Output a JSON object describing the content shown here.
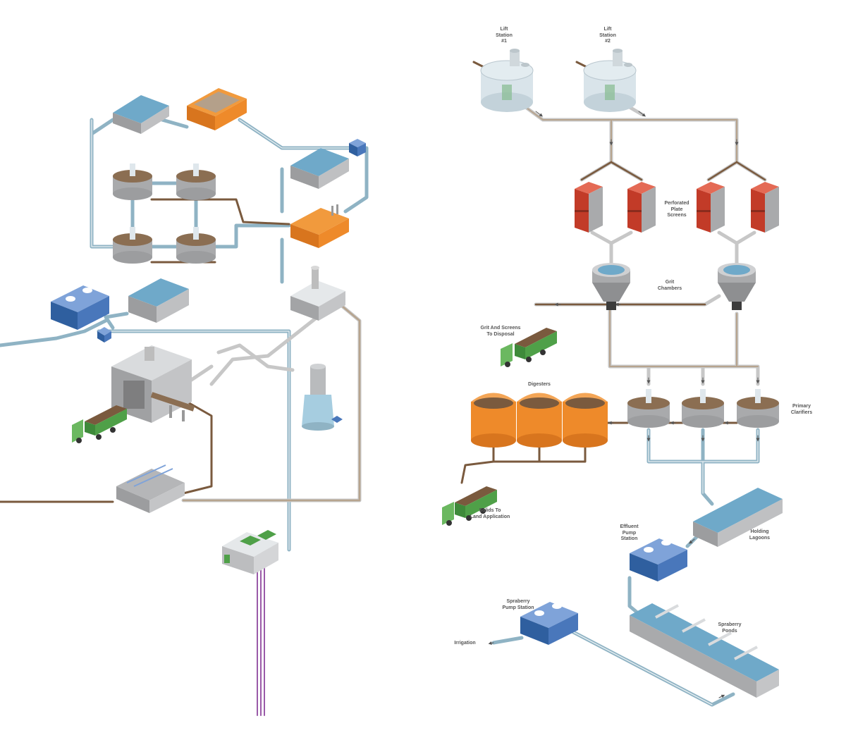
{
  "labels": {
    "lift_station_1": "Lift\nStation\n#1",
    "lift_station_2": "Lift\nStation\n#2",
    "perforated_plate_screens": "Perforated\nPlate\nScreens",
    "grit_chambers": "Grit\nChambers",
    "grit_and_screens": "Grit And Screens\nTo Disposal",
    "digesters": "Digesters",
    "primary_clarifiers": "Primary\nClarifiers",
    "solids_to_land": "Solids To\nLand Application",
    "effluent_pump_station": "Effluent\nPump\nStation",
    "holding_lagoons": "Holding\nLagoons",
    "spraberry_pump_station": "Spraberry\nPump Station",
    "spraberry_ponds": "Spraberry\nPonds",
    "irrigation": "Irrigation"
  },
  "colors": {
    "water_pipe": "#8fb3c4",
    "sludge_pipe": "#7a5a3e",
    "gray_pipe": "#c7c7c7",
    "tank_gray": "#a9aaac",
    "water": "#6fa9c9",
    "orange": "#ee8a2a",
    "red_screen": "#d94a36",
    "blue_station": "#3f78c9",
    "truck_green": "#4fa048",
    "electric": "#9a5aa8"
  }
}
